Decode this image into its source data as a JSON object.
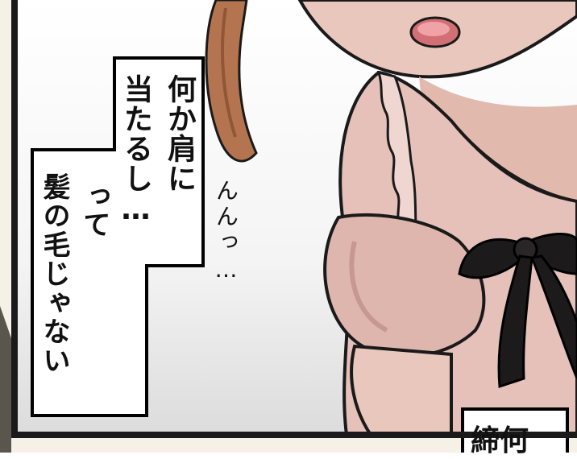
{
  "speech_bubble": {
    "lines": [
      "何か肩に",
      "当たるし…",
      "って",
      "髪の毛じゃない"
    ]
  },
  "murmur": {
    "text": "んんっ…"
  },
  "next_panel": {
    "text": "締何"
  },
  "colors": {
    "skin": "#e9c7bd",
    "skin_shadow": "#d4aa9f",
    "blouse": "#e6c1ba",
    "blouse_shadow": "#cfa49b",
    "hair": "#b57450",
    "ribbon": "#1d1a1c",
    "mouth": "#d26f74",
    "panel_border": "#1a1a1a",
    "page_bg": "#f5f1e6"
  }
}
